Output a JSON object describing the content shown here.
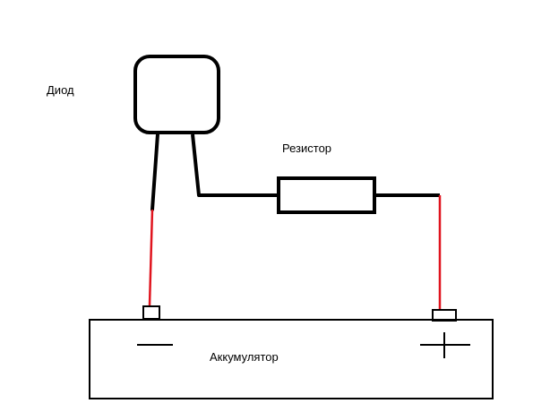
{
  "labels": {
    "diode": "Диод",
    "resistor": "Резистор",
    "battery": "Аккумулятор"
  },
  "colors": {
    "black_wire": "#000000",
    "red_wire": "#e0141e",
    "outline": "#000000",
    "background": "#ffffff"
  },
  "icons": {
    "negative_terminal": "minus-sign",
    "positive_terminal": "plus-sign"
  }
}
